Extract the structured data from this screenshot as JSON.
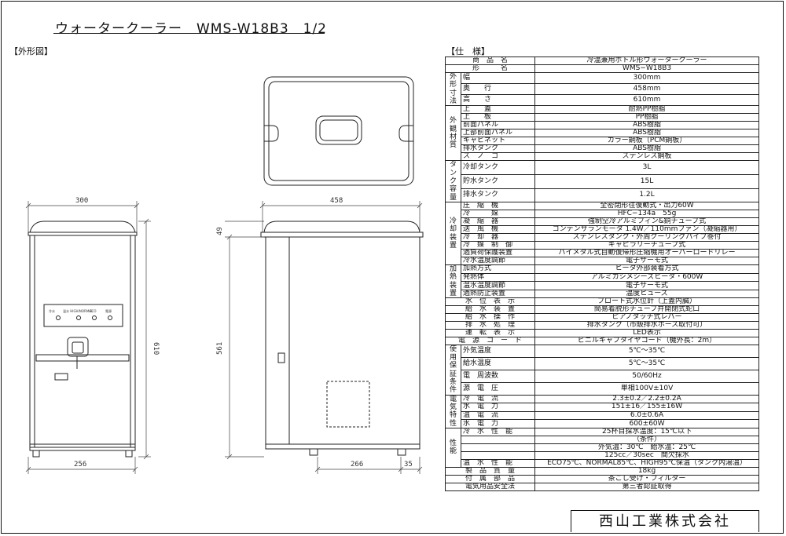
{
  "title": "ウォータークーラー　WMS-W18B3　1/2",
  "section_outline": "【外形図】",
  "section_spec": "【仕　様】",
  "company": "西山工業株式会社",
  "drawing": {
    "dims": {
      "front_width": "300",
      "front_height": "610",
      "front_base": "256",
      "side_depth": "458",
      "side_height": "561",
      "side_top": "49",
      "side_base": "266",
      "side_foot": "35"
    },
    "panel_labels": {
      "l1": "冷水",
      "l2": "温水 HIGH/NORMAL",
      "l3": "ECO",
      "l4": "電源"
    }
  },
  "spec_rows": [
    {
      "g": "",
      "i": "商　品　名",
      "v": "冷温兼用ボトル形ウォータークーラー"
    },
    {
      "g": "",
      "i": "形　　　名",
      "v": "WMS−W18B3"
    },
    {
      "g": "外形寸法",
      "i": "幅",
      "v": "300mm"
    },
    {
      "g": "",
      "i": "奥　　行",
      "v": "458mm"
    },
    {
      "g": "",
      "i": "高　　さ",
      "v": "610mm"
    },
    {
      "g": "外観材質",
      "i": "上　　蓋",
      "v": "耐熱PP樹脂"
    },
    {
      "g": "",
      "i": "上　　板",
      "v": "PP樹脂"
    },
    {
      "g": "",
      "i": "前面パネル",
      "v": "ABS樹脂"
    },
    {
      "g": "",
      "i": "上部前面パネル",
      "v": "ABS樹脂"
    },
    {
      "g": "",
      "i": "キャビネット",
      "v": "カラー鋼板（PCM鋼板）"
    },
    {
      "g": "",
      "i": "排水タンク",
      "v": "ABS樹脂"
    },
    {
      "g": "",
      "i": "ス　ノ　コ",
      "v": "ステンレス鋼板"
    },
    {
      "g": "タンク容量",
      "i": "冷却タンク",
      "v": "3L"
    },
    {
      "g": "",
      "i": "貯水タンク",
      "v": "15L"
    },
    {
      "g": "",
      "i": "排水タンク",
      "v": "1.2L"
    },
    {
      "g": "冷却装置",
      "i": "圧　縮　機",
      "v": "全密閉形往復動式・出力60W"
    },
    {
      "g": "",
      "i": "冷　　　媒",
      "v": "HFC−134a　55g"
    },
    {
      "g": "",
      "i": "凝　縮　器",
      "v": "強制空冷アルミフィン&銅チューブ式"
    },
    {
      "g": "",
      "i": "送　風　機",
      "v": "コンデンサランモータ 1.4W／110mmファン（凝縮器用）"
    },
    {
      "g": "",
      "i": "冷　却　器",
      "v": "ステンレスタンク・外周クーリングパイプ巻付"
    },
    {
      "g": "",
      "i": "冷　媒　制　御",
      "v": "キャピラリーチューブ式"
    },
    {
      "g": "",
      "i": "過負荷保護装置",
      "v": "バイメタル式自動復帰形圧縮機用オーバーロードリレー"
    },
    {
      "g": "",
      "i": "冷水温度調節",
      "v": "電子サーモ式"
    },
    {
      "g": "加熱装置",
      "i": "加熱方式",
      "v": "ヒータ外部装着方式"
    },
    {
      "g": "",
      "i": "発熱体",
      "v": "アルミカシメシーズヒータ・600W"
    },
    {
      "g": "",
      "i": "温水温度調節",
      "v": "電子サーモ式"
    },
    {
      "g": "",
      "i": "過熱防止装置",
      "v": "温度ヒューズ"
    },
    {
      "g": "",
      "i": "水　位　表　示",
      "v": "フロート式水位計（上蓋内臓）"
    },
    {
      "g": "",
      "i": "給　水　装　置",
      "v": "簡易着脱形チューブ弁開閉式蛇口"
    },
    {
      "g": "",
      "i": "給　水　操　作",
      "v": "ピアノタッチ式レバー"
    },
    {
      "g": "",
      "i": "排　水　処　理",
      "v": "排水タンク（市販排水ホース取付可）"
    },
    {
      "g": "",
      "i": "運　転　表　示",
      "v": "LED表示"
    },
    {
      "g": "",
      "i": "電　源　コ　ー　ド",
      "v": "ビニルキャブタイヤコード（機外長：2m）"
    },
    {
      "g": "使用保証条件",
      "i": "外気温度",
      "v": "5℃〜35℃"
    },
    {
      "g": "",
      "i": "給水温度",
      "v": "5℃〜35℃"
    },
    {
      "g": "",
      "i": "電　周波数",
      "v": "50/60Hz"
    },
    {
      "g": "",
      "i": "源　電　圧",
      "v": "単相100V±10V"
    },
    {
      "g": "電気特性",
      "i": "冷　電　流",
      "v": "2.3±0.2／2.2±0.2A"
    },
    {
      "g": "",
      "i": "水　電　力",
      "v": "151±16／155±16W"
    },
    {
      "g": "",
      "i": "温　電　流",
      "v": "6.0±0.6A"
    },
    {
      "g": "",
      "i": "水　電　力",
      "v": "600±60W"
    },
    {
      "g": "性能",
      "i": "冷　水　性　能",
      "v": "25杯目採水温度：15℃以下"
    },
    {
      "g": "",
      "i": "",
      "v": "（条件）"
    },
    {
      "g": "",
      "i": "",
      "v": "外気温：30℃　給水温：25℃"
    },
    {
      "g": "",
      "i": "",
      "v": "125cc／30sec　間欠採水"
    },
    {
      "g": "",
      "i": "温　水　性　能",
      "v": "ECO75℃、NORMAL85℃、HIGH95℃保温（タンク内湯温）"
    },
    {
      "g": "",
      "i": "製　品　質　量",
      "v": "18kg"
    },
    {
      "g": "",
      "i": "付　属　部　品",
      "v": "茶こし受け・フィルター"
    },
    {
      "g": "",
      "i": "電気用品安全法",
      "v": "第三者認証取得"
    }
  ]
}
